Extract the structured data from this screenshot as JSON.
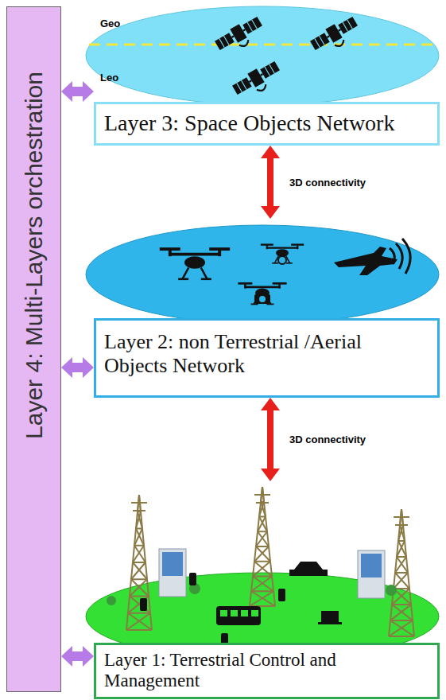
{
  "diagram": {
    "nodes": [
      {
        "text": [
          "Layer 3: Space Objects Network"
        ]
      },
      {
        "text": [
          "Layer 2: non Terrestrial /Aerial Objects Network"
        ]
      },
      {
        "text": [
          "Layer 1: Terrestrial Control and Management"
        ]
      },
      {
        "text": [
          "Layer 4: Multi-Layers orchestration"
        ]
      }
    ],
    "edges": [
      {
        "from": 0,
        "to": 1,
        "arrow": "both",
        "label": "3D connectivity"
      },
      {
        "from": 1,
        "to": 2,
        "arrow": "both",
        "label": "3D connectivity"
      },
      {
        "from": 3,
        "to": 0,
        "arrow": "both"
      },
      {
        "from": 3,
        "to": 1,
        "arrow": "both"
      },
      {
        "from": 3,
        "to": 2,
        "arrow": "both"
      }
    ],
    "labels": [
      "Geo",
      "Leo"
    ]
  }
}
